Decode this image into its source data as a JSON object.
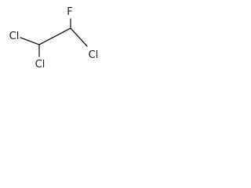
{
  "molecule": {
    "atoms": {
      "f": "F",
      "cl_top_left": "Cl",
      "cl_bottom": "Cl",
      "cl_right": "Cl"
    }
  }
}
